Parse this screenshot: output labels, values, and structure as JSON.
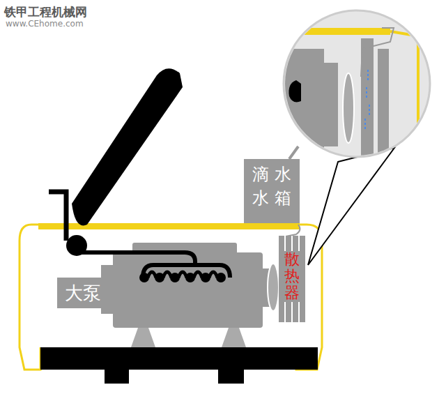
{
  "diagram": {
    "nodes": [
      {
        "text": [
          "大泵"
        ]
      },
      {
        "text": [
          "滴水水箱"
        ]
      },
      {
        "text": [
          "散热器"
        ]
      }
    ],
    "edges": [],
    "labels": [
      "铁甲工程机械网",
      "www.CEhome.com"
    ]
  }
}
